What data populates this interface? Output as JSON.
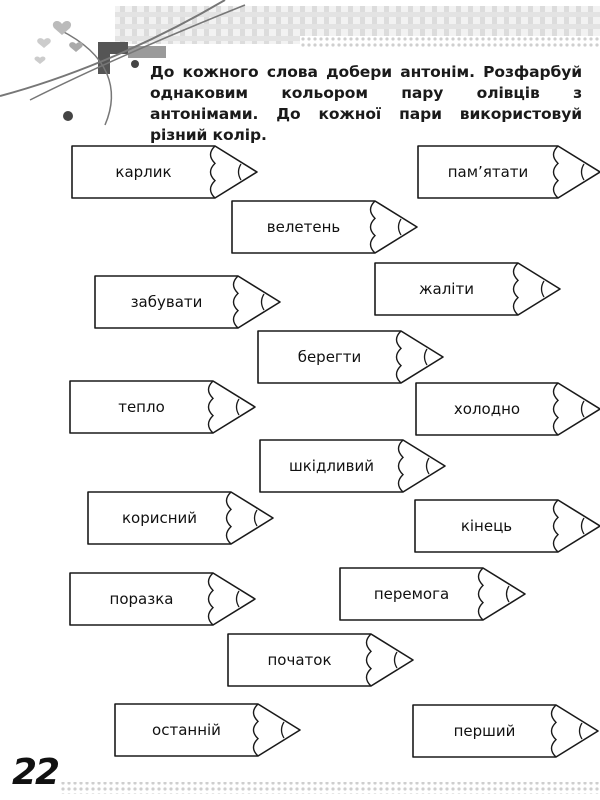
{
  "instruction": "До кожного слова добери антонім. Розфарбуй однаковим кольором пару олівців з антонімами. До кожної пари використовуй різний колір.",
  "page_number": "22",
  "pencils": [
    {
      "id": "karlyk",
      "label": "карлик"
    },
    {
      "id": "pamiatat",
      "label": "пам’ятати"
    },
    {
      "id": "veleten",
      "label": "велетень"
    },
    {
      "id": "zhality",
      "label": "жаліти"
    },
    {
      "id": "zabuvaty",
      "label": "забувати"
    },
    {
      "id": "berehty",
      "label": "берегти"
    },
    {
      "id": "teplo",
      "label": "тепло"
    },
    {
      "id": "kholodno",
      "label": "холодно"
    },
    {
      "id": "shkidlyvyi",
      "label": "шкідливий"
    },
    {
      "id": "korysnyi",
      "label": "корисний"
    },
    {
      "id": "kinets",
      "label": "кінець"
    },
    {
      "id": "perehoha",
      "label": "перемога"
    },
    {
      "id": "porazka",
      "label": "поразка"
    },
    {
      "id": "pochatok",
      "label": "початок"
    },
    {
      "id": "ostannii",
      "label": "останній"
    },
    {
      "id": "pershyi",
      "label": "перший"
    }
  ]
}
